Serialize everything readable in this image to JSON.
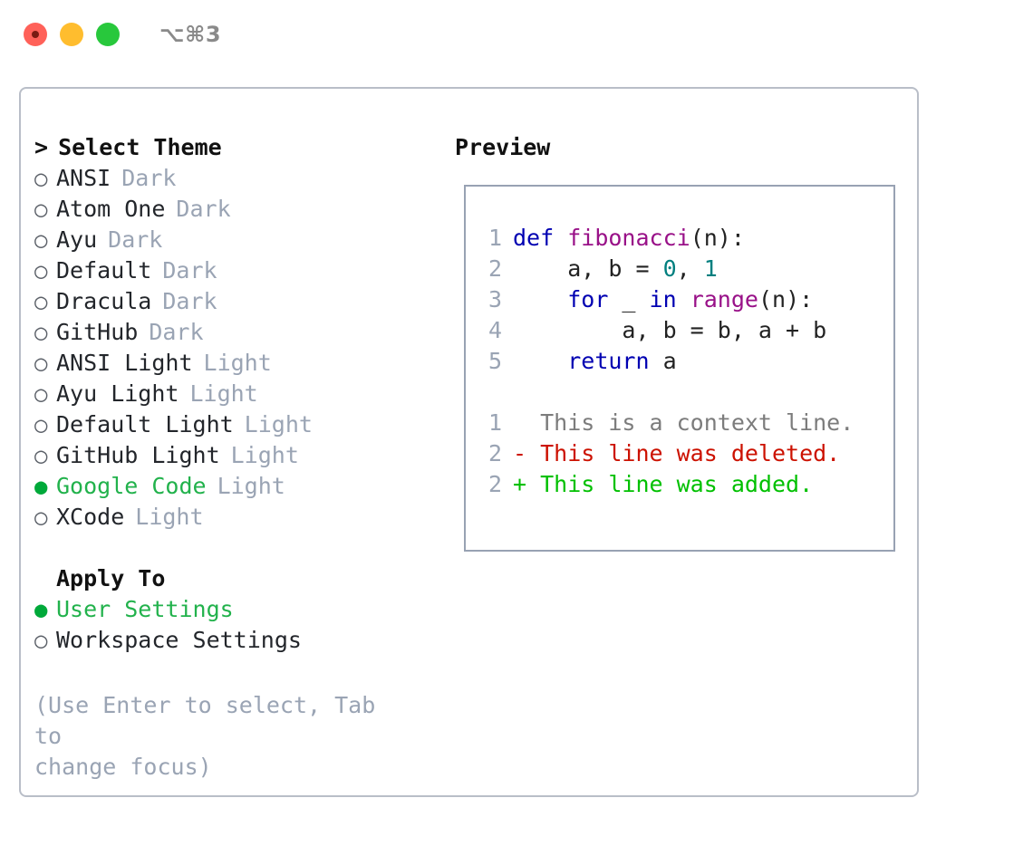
{
  "titlebar": {
    "shortcut": "⌥⌘3",
    "buttons": [
      {
        "name": "close",
        "color": "#ff6159"
      },
      {
        "name": "minimize",
        "color": "#ffbd2e"
      },
      {
        "name": "maximize",
        "color": "#28c83c"
      }
    ]
  },
  "left": {
    "prompt_caret": ">",
    "section_title": "Select Theme",
    "marker_unselected": "○",
    "marker_selected": "●",
    "themes": [
      {
        "name": "ANSI",
        "variant": "Dark",
        "selected": false
      },
      {
        "name": "Atom One",
        "variant": "Dark",
        "selected": false
      },
      {
        "name": "Ayu",
        "variant": "Dark",
        "selected": false
      },
      {
        "name": "Default",
        "variant": "Dark",
        "selected": false
      },
      {
        "name": "Dracula",
        "variant": "Dark",
        "selected": false
      },
      {
        "name": "GitHub",
        "variant": "Dark",
        "selected": false
      },
      {
        "name": "ANSI Light",
        "variant": "Light",
        "selected": false
      },
      {
        "name": "Ayu Light",
        "variant": "Light",
        "selected": false
      },
      {
        "name": "Default Light",
        "variant": "Light",
        "selected": false
      },
      {
        "name": "GitHub Light",
        "variant": "Light",
        "selected": false
      },
      {
        "name": "Google Code",
        "variant": "Light",
        "selected": true
      },
      {
        "name": "XCode",
        "variant": "Light",
        "selected": false
      }
    ],
    "apply_to_header": "Apply To",
    "apply_to": [
      {
        "name": "User Settings",
        "selected": true
      },
      {
        "name": "Workspace Settings",
        "selected": false
      }
    ],
    "hint_line1": "(Use Enter to select, Tab to",
    "hint_line2": "change focus)"
  },
  "right": {
    "preview_title": "Preview",
    "code_lines": [
      {
        "no": "1",
        "tokens": [
          {
            "t": "def ",
            "c": "kw"
          },
          {
            "t": "fibonacci",
            "c": "fn"
          },
          {
            "t": "(n):",
            "c": "plain"
          }
        ]
      },
      {
        "no": "2",
        "tokens": [
          {
            "t": "    a, b = ",
            "c": "plain"
          },
          {
            "t": "0",
            "c": "num"
          },
          {
            "t": ", ",
            "c": "plain"
          },
          {
            "t": "1",
            "c": "num"
          }
        ]
      },
      {
        "no": "3",
        "tokens": [
          {
            "t": "    ",
            "c": "plain"
          },
          {
            "t": "for",
            "c": "kw"
          },
          {
            "t": " _ ",
            "c": "plain"
          },
          {
            "t": "in",
            "c": "kw"
          },
          {
            "t": " ",
            "c": "plain"
          },
          {
            "t": "range",
            "c": "fn"
          },
          {
            "t": "(n):",
            "c": "plain"
          }
        ]
      },
      {
        "no": "4",
        "tokens": [
          {
            "t": "        a, b = b, a + b",
            "c": "plain"
          }
        ]
      },
      {
        "no": "5",
        "tokens": [
          {
            "t": "    ",
            "c": "plain"
          },
          {
            "t": "return",
            "c": "kw"
          },
          {
            "t": " a",
            "c": "plain"
          }
        ]
      }
    ],
    "diff_lines": [
      {
        "no": "1",
        "marker": "  ",
        "text": "This is a context line.",
        "kind": "ctx"
      },
      {
        "no": "2",
        "marker": "- ",
        "text": "This line was deleted.",
        "kind": "del"
      },
      {
        "no": "2",
        "marker": "+ ",
        "text": "This line was added.",
        "kind": "add"
      }
    ]
  },
  "colors": {
    "selected_green": "#22b24c",
    "marker_green": "#00a93a",
    "variant_gray": "#9aa4b4",
    "keyword_blue": "#0000b2",
    "function_magenta": "#991188",
    "number_teal": "#007f7f",
    "diff_red": "#cc1100",
    "diff_green": "#00c000",
    "panel_border": "#b9bec8",
    "preview_border": "#98a2b3"
  }
}
